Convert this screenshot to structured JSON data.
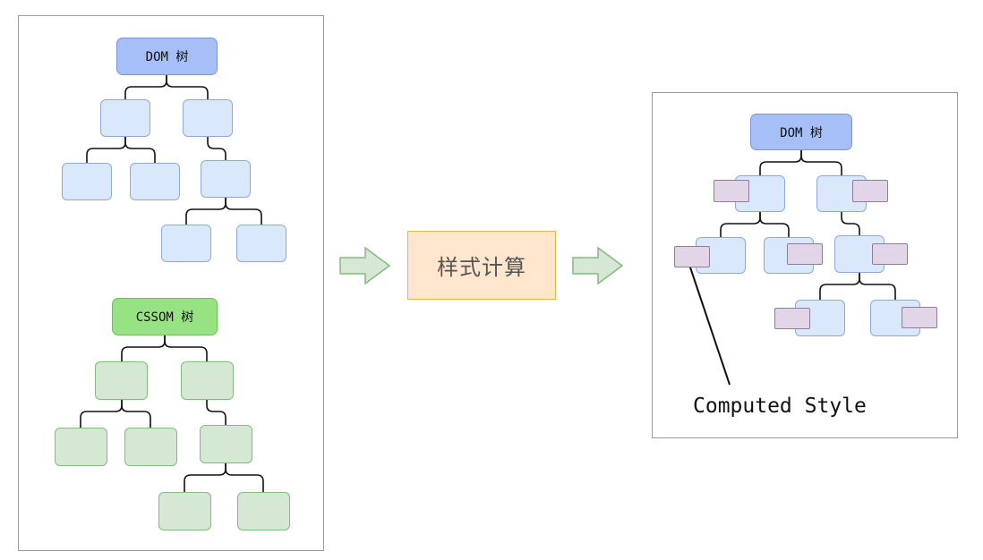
{
  "diagram": {
    "dom_tree_label": "DOM 树",
    "cssom_tree_label": "CSSOM 树",
    "process_label": "样式计算",
    "result_tree_label": "DOM 树",
    "annotation_label": "Computed Style"
  },
  "colors": {
    "dom_node_fill": "#dae8fc",
    "dom_root_fill": "#a6bff7",
    "cssom_node_fill": "#d5e8d4",
    "cssom_root_fill": "#97e383",
    "style_fill": "#e1d5e7",
    "process_fill": "#ffe6cc",
    "arrow_fill": "#d5e8d4"
  }
}
